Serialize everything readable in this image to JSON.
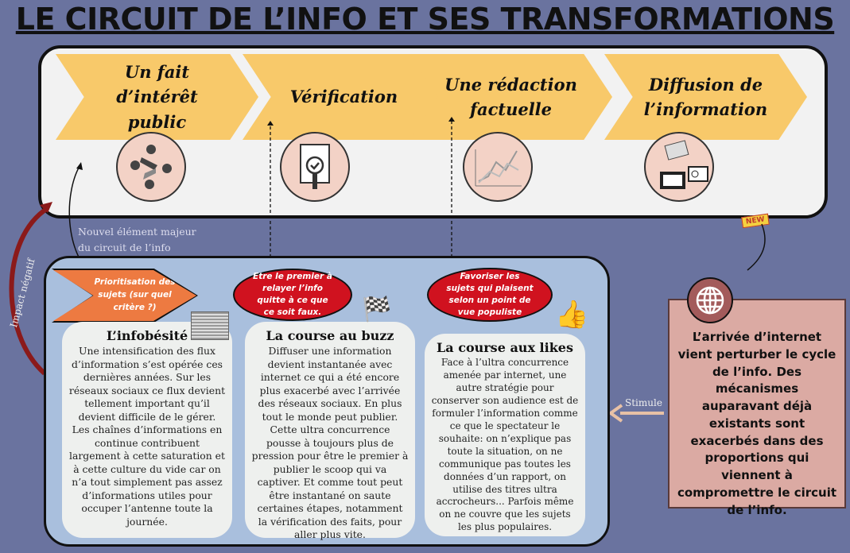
{
  "title": "LE CIRCUIT DE L’INFO ET SES TRANSFORMATIONS",
  "steps": [
    {
      "label": "Un fait d’intérêt public",
      "icon": "people-icon"
    },
    {
      "label": "Vérification",
      "icon": "document-check-icon"
    },
    {
      "label": "Une rédaction factuelle",
      "icon": "chart-icon"
    },
    {
      "label": "Diffusion de l’information",
      "icon": "media-icon"
    }
  ],
  "annotations": {
    "new_element": "Nouvel élément majeur du circuit de l’info",
    "impact": "Impact négatif",
    "stimule": "Stimule",
    "new_badge": "NEW"
  },
  "bottom": {
    "priority": "Prioritisation des sujets (sur quel critère ?)",
    "oval_buzz": "Etre le premier à relayer l’info quitte à ce que ce soit faux.",
    "oval_likes": "Favoriser les sujets qui plaisent selon un point de vue populiste",
    "cards": [
      {
        "title": "L’infobésité",
        "text": "Une intensification des flux d’information s’est opérée ces dernières années. Sur les réseaux sociaux ce flux devient tellement important qu’il devient difficile de le gérer. Les chaînes d’informations en continue contribuent largement à cette saturation et à cette culture du vide car on n’a tout simplement pas assez d’informations utiles pour occuper l’antenne toute la journée."
      },
      {
        "title": "La course au buzz",
        "text": "Diffuser une information devient instantanée avec internet ce qui a été encore plus exacerbé avec l’arrivée des réseaux sociaux. En plus tout le monde peut publier. Cette ultra concurrence pousse à toujours plus de pression pour être le premier à publier le scoop qui va captiver. Et comme tout peut être instantané on saute certaines étapes, notamment la vérification des faits, pour aller plus vite."
      },
      {
        "title": "La course aux likes",
        "text": "Face à l’ultra concurrence amenée par internet, une autre stratégie pour conserver son audience est de formuler l’information comme ce que le spectateur le souhaite: on n’explique pas toute la situation, on ne communique pas toutes les données d’un rapport, on utilise des titres ultra accrocheurs... Parfois même on ne couvre que les sujets les plus populaires."
      }
    ]
  },
  "internet_box": "L’arrivée d’internet vient perturber le cycle de l’info. Des mécanismes auparavant déjà existants sont exacerbés dans des proportions qui viennent à compromettre le circuit de l’info."
}
